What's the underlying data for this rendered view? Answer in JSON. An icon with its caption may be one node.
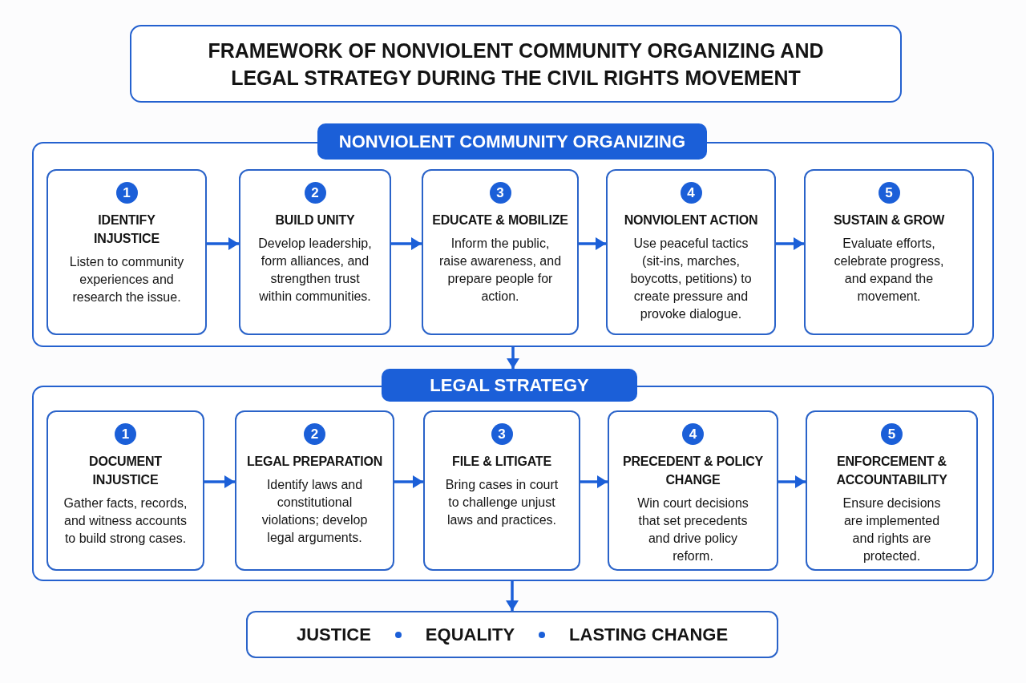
{
  "diagram": {
    "title": "FRAMEWORK OF NONVIOLENT COMMUNITY ORGANIZING AND LEGAL STRATEGY DURING THE CIVIL RIGHTS MOVEMENT",
    "nodes": [
      {
        "text": [
          "NONVIOLENT COMMUNITY ORGANIZING"
        ]
      },
      {
        "text": [
          "1",
          "IDENTIFY INJUSTICE",
          "Listen to community experiences and research the issue."
        ],
        "in": 0
      },
      {
        "text": [
          "2",
          "BUILD UNITY",
          "Develop leadership, form alliances, and strengthen trust within communities."
        ],
        "in": 0
      },
      {
        "text": [
          "3",
          "EDUCATE & MOBILIZE",
          "Inform the public, raise awareness, and prepare people for action."
        ],
        "in": 0
      },
      {
        "text": [
          "4",
          "NONVIOLENT ACTION",
          "Use peaceful tactics (sit-ins, marches, boycotts, petitions) to create pressure and provoke dialogue."
        ],
        "in": 0
      },
      {
        "text": [
          "5",
          "SUSTAIN & GROW",
          "Evaluate efforts, celebrate progress, and expand the movement."
        ],
        "in": 0
      },
      {
        "text": [
          "LEGAL STRATEGY"
        ]
      },
      {
        "text": [
          "1",
          "DOCUMENT INJUSTICE",
          "Gather facts, records, and witness accounts to build strong cases."
        ],
        "in": 6
      },
      {
        "text": [
          "2",
          "LEGAL PREPARATION",
          "Identify laws and constitutional violations; develop legal arguments."
        ],
        "in": 6
      },
      {
        "text": [
          "3",
          "FILE & LITIGATE",
          "Bring cases in court to challenge unjust laws and practices."
        ],
        "in": 6
      },
      {
        "text": [
          "4",
          "PRECEDENT & POLICY CHANGE",
          "Win court decisions that set precedents and drive policy reform."
        ],
        "in": 6
      },
      {
        "text": [
          "5",
          "ENFORCEMENT & ACCOUNTABILITY",
          "Ensure decisions are implemented and rights are protected."
        ],
        "in": 6
      },
      {
        "text": [
          "JUSTICE",
          "EQUALITY",
          "LASTING CHANGE"
        ]
      }
    ],
    "edges": [
      {
        "from": 1,
        "to": 2,
        "arrow": "to"
      },
      {
        "from": 2,
        "to": 3,
        "arrow": "to"
      },
      {
        "from": 3,
        "to": 4,
        "arrow": "to"
      },
      {
        "from": 4,
        "to": 5,
        "arrow": "to"
      },
      {
        "from": 0,
        "to": 6,
        "arrow": "to"
      },
      {
        "from": 7,
        "to": 8,
        "arrow": "to"
      },
      {
        "from": 8,
        "to": 9,
        "arrow": "to"
      },
      {
        "from": 9,
        "to": 10,
        "arrow": "to"
      },
      {
        "from": 10,
        "to": 11,
        "arrow": "to"
      },
      {
        "from": 6,
        "to": 12,
        "arrow": "to"
      }
    ]
  }
}
